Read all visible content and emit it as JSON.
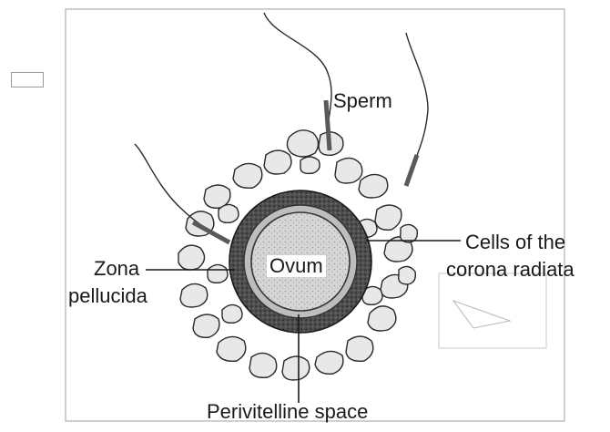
{
  "diagram": {
    "labels": {
      "sperm": "Sperm",
      "ovum": "Ovum",
      "zona_line1": "Zona",
      "zona_line2": "pellucida",
      "corona_line1": "Cells of the",
      "corona_line2": "corona radiata",
      "perivitelline": "Perivitelline space"
    },
    "colors": {
      "line": "#1a1a1a",
      "corona_fill": "#e6e6e6",
      "zona_fill": "#5a5a5a",
      "perivitelline_fill": "#bdbdbd",
      "ovum_fill": "#d2d2d2"
    }
  }
}
